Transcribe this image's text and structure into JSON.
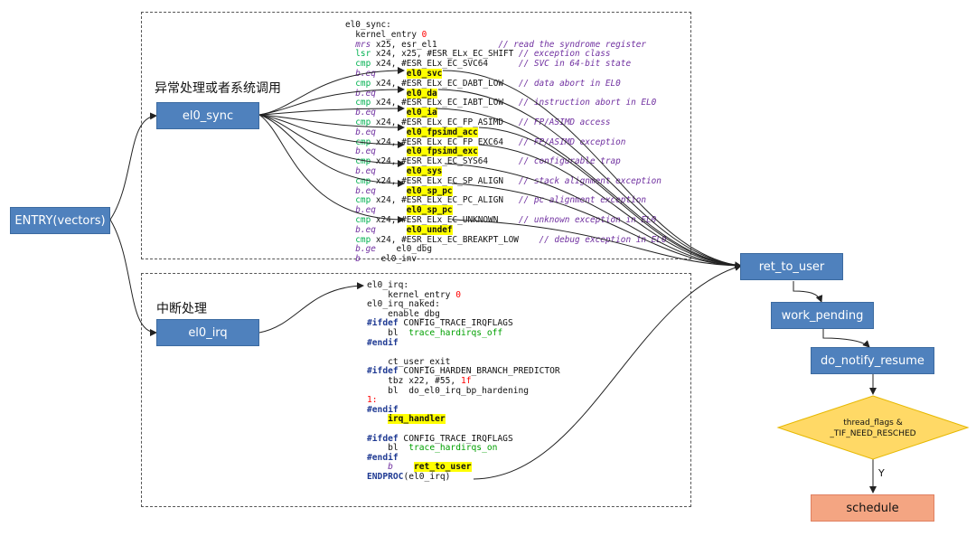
{
  "colors": {
    "blue_box": "#4f81bd",
    "diamond": "#ffd966",
    "schedule": "#f4a582",
    "highlight": "#ffff00",
    "comment": "#7030a0",
    "register": "#00b050"
  },
  "nodes": {
    "entry": "ENTRY(vectors)",
    "el0_sync": "el0_sync",
    "el0_irq": "el0_irq",
    "ret_to_user": "ret_to_user",
    "work_pending": "work_pending",
    "do_notify_resume": "do_notify_resume",
    "decision_line1": "thread_flags &",
    "decision_line2": "_TIF_NEED_RESCHED",
    "decision_yes": "Y",
    "schedule": "schedule"
  },
  "labels": {
    "sync_caption": "异常处理或者系统调用",
    "irq_caption": "中断处理"
  },
  "sync_code": [
    {
      "a": "el0_sync:"
    },
    {
      "a": "  kernel_entry ",
      "n": "0"
    },
    {
      "k": "  mrs",
      "a": " x25, esr_el1",
      "c": "            // read the syndrome register"
    },
    {
      "g": "  lsr",
      "a": " x24, x25, #ESR_ELx_EC_SHIFT",
      "c": " // exception class"
    },
    {
      "g": "  cmp",
      "a": " x24, #ESR_ELx_EC_SVC64",
      "c": "      // SVC in 64-bit state"
    },
    {
      "k": "  b.eq",
      "a": "      ",
      "h": "el0_svc"
    },
    {
      "g": "  cmp",
      "a": " x24, #ESR_ELx_EC_DABT_LOW",
      "c": "   // data abort in EL0"
    },
    {
      "k": "  b.eq",
      "a": "      ",
      "h": "el0_da"
    },
    {
      "g": "  cmp",
      "a": " x24, #ESR_ELx_EC_IABT_LOW",
      "c": "   // instruction abort in EL0"
    },
    {
      "k": "  b.eq",
      "a": "      ",
      "h": "el0_ia"
    },
    {
      "g": "  cmp",
      "a": " x24, #ESR_ELx_EC_FP_ASIMD",
      "c": "   // FP/ASIMD access"
    },
    {
      "k": "  b.eq",
      "a": "      ",
      "h": "el0_fpsimd_acc"
    },
    {
      "g": "  cmp",
      "a": " x24, #ESR_ELx_EC_FP_EXC64",
      "c": "   // FP/ASIMD exception"
    },
    {
      "k": "  b.eq",
      "a": "      ",
      "h": "el0_fpsimd_exc"
    },
    {
      "g": "  cmp",
      "a": " x24, #ESR_ELx_EC_SYS64",
      "c": "      // configurable trap"
    },
    {
      "k": "  b.eq",
      "a": "      ",
      "h": "el0_sys"
    },
    {
      "g": "  cmp",
      "a": " x24, #ESR_ELx_EC_SP_ALIGN",
      "c": "   // stack alignment exception"
    },
    {
      "k": "  b.eq",
      "a": "      ",
      "h": "el0_sp_pc"
    },
    {
      "g": "  cmp",
      "a": " x24, #ESR_ELx_EC_PC_ALIGN",
      "c": "   // pc alignment exception"
    },
    {
      "k": "  b.eq",
      "a": "      ",
      "h": "el0_sp_pc"
    },
    {
      "g": "  cmp",
      "a": " x24, #ESR_ELx_EC_UNKNOWN",
      "c": "    // unknown exception in EL0"
    },
    {
      "k": "  b.eq",
      "a": "      ",
      "h": "el0_undef"
    },
    {
      "g": "  cmp",
      "a": " x24, #ESR_ELx_EC_BREAKPT_LOW",
      "c": "    // debug exception in EL0"
    },
    {
      "k": "  b.ge",
      "a": "    el0_dbg"
    },
    {
      "k": "  b",
      "a": "    el0_inv"
    }
  ],
  "irq_code": [
    {
      "a": "el0_irq:"
    },
    {
      "a": "    kernel_entry ",
      "n": "0"
    },
    {
      "a": "el0_irq_naked:"
    },
    {
      "a": "    enable_dbg"
    },
    {
      "d": "#ifdef",
      "a": " CONFIG_TRACE_IRQFLAGS"
    },
    {
      "a": "    bl  ",
      "f": "trace_hardirqs_off"
    },
    {
      "d": "#endif"
    },
    {
      "a": ""
    },
    {
      "a": "    ct_user_exit"
    },
    {
      "d": "#ifdef",
      "a": " CONFIG_HARDEN_BRANCH_PREDICTOR"
    },
    {
      "a": "    tbz x22, #55, ",
      "n": "1f"
    },
    {
      "a": "    bl  do_el0_irq_bp_hardening"
    },
    {
      "n": "1:"
    },
    {
      "d": "#endif"
    },
    {
      "a": "    ",
      "h": "irq_handler"
    },
    {
      "a": ""
    },
    {
      "d": "#ifdef",
      "a": " CONFIG_TRACE_IRQFLAGS"
    },
    {
      "a": "    bl  ",
      "f": "trace_hardirqs_on"
    },
    {
      "d": "#endif"
    },
    {
      "k": "    b",
      "a": "    ",
      "h": "ret_to_user"
    },
    {
      "d": "ENDPROC",
      "a": "(el0_irq)"
    }
  ]
}
